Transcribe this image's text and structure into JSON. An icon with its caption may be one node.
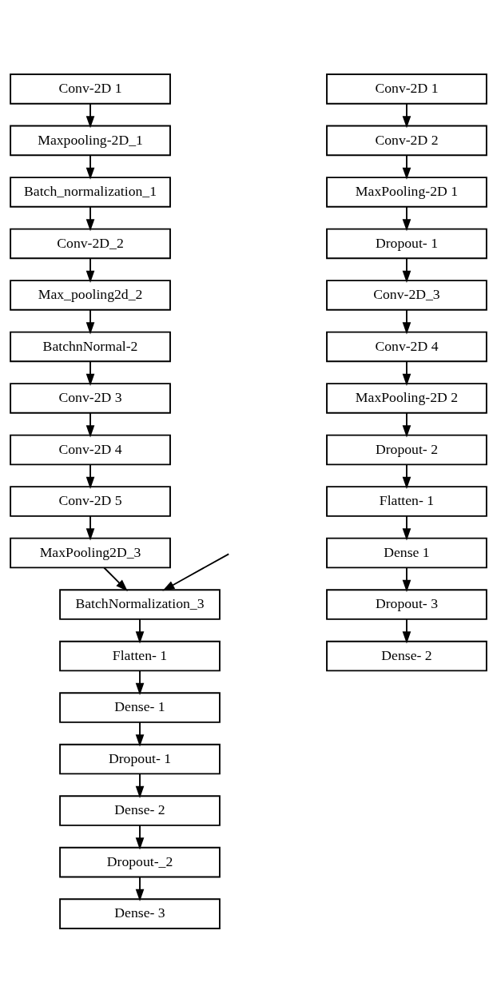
{
  "diagram": {
    "nodes": [
      {
        "text": [
          "Conv-2D 1"
        ]
      },
      {
        "text": [
          "Maxpooling-2D_1"
        ]
      },
      {
        "text": [
          "Batch_normalization_1"
        ]
      },
      {
        "text": [
          "Conv-2D_2"
        ]
      },
      {
        "text": [
          "Max_pooling2d_2"
        ]
      },
      {
        "text": [
          "BatchnNormal-2"
        ]
      },
      {
        "text": [
          "Conv-2D 3"
        ]
      },
      {
        "text": [
          "Conv-2D 4"
        ]
      },
      {
        "text": [
          "Conv-2D 5"
        ]
      },
      {
        "text": [
          "MaxPooling2D_3"
        ]
      },
      {
        "text": [
          "BatchNormalization_3"
        ]
      },
      {
        "text": [
          "Flatten- 1"
        ]
      },
      {
        "text": [
          "Dense- 1"
        ]
      },
      {
        "text": [
          "Dropout- 1"
        ]
      },
      {
        "text": [
          "Dense- 2"
        ]
      },
      {
        "text": [
          "Dropout-_2"
        ]
      },
      {
        "text": [
          "Dense- 3"
        ]
      },
      {
        "text": [
          "Conv-2D 1"
        ]
      },
      {
        "text": [
          "Conv-2D 2"
        ]
      },
      {
        "text": [
          "MaxPooling-2D 1"
        ]
      },
      {
        "text": [
          "Dropout- 1"
        ]
      },
      {
        "text": [
          "Conv-2D_3"
        ]
      },
      {
        "text": [
          "Conv-2D 4"
        ]
      },
      {
        "text": [
          "MaxPooling-2D 2"
        ]
      },
      {
        "text": [
          "Dropout- 2"
        ]
      },
      {
        "text": [
          "Flatten- 1"
        ]
      },
      {
        "text": [
          "Dense 1"
        ]
      },
      {
        "text": [
          "Dropout- 3"
        ]
      },
      {
        "text": [
          "Dense- 2"
        ]
      }
    ],
    "edges": [
      {
        "from": 0,
        "to": 1,
        "arrow": "to"
      },
      {
        "from": 1,
        "to": 2,
        "arrow": "to"
      },
      {
        "from": 2,
        "to": 3,
        "arrow": "to"
      },
      {
        "from": 3,
        "to": 4,
        "arrow": "to"
      },
      {
        "from": 4,
        "to": 5,
        "arrow": "to"
      },
      {
        "from": 5,
        "to": 6,
        "arrow": "to"
      },
      {
        "from": 6,
        "to": 7,
        "arrow": "to"
      },
      {
        "from": 7,
        "to": 8,
        "arrow": "to"
      },
      {
        "from": 8,
        "to": 9,
        "arrow": "to"
      },
      {
        "from": 9,
        "to": 10,
        "arrow": "to"
      },
      {
        "from": null,
        "to": 10,
        "arrow": "to"
      },
      {
        "from": 10,
        "to": 11,
        "arrow": "to"
      },
      {
        "from": 11,
        "to": 12,
        "arrow": "to"
      },
      {
        "from": 12,
        "to": 13,
        "arrow": "to"
      },
      {
        "from": 13,
        "to": 14,
        "arrow": "to"
      },
      {
        "from": 14,
        "to": 15,
        "arrow": "to"
      },
      {
        "from": 15,
        "to": 16,
        "arrow": "to"
      },
      {
        "from": 17,
        "to": 18,
        "arrow": "to"
      },
      {
        "from": 18,
        "to": 19,
        "arrow": "to"
      },
      {
        "from": 19,
        "to": 20,
        "arrow": "to"
      },
      {
        "from": 20,
        "to": 21,
        "arrow": "to"
      },
      {
        "from": 21,
        "to": 22,
        "arrow": "to"
      },
      {
        "from": 22,
        "to": 23,
        "arrow": "to"
      },
      {
        "from": 23,
        "to": 24,
        "arrow": "to"
      },
      {
        "from": 24,
        "to": 25,
        "arrow": "to"
      },
      {
        "from": 25,
        "to": 26,
        "arrow": "to"
      },
      {
        "from": 26,
        "to": 27,
        "arrow": "to"
      },
      {
        "from": 27,
        "to": 28,
        "arrow": "to"
      }
    ]
  }
}
